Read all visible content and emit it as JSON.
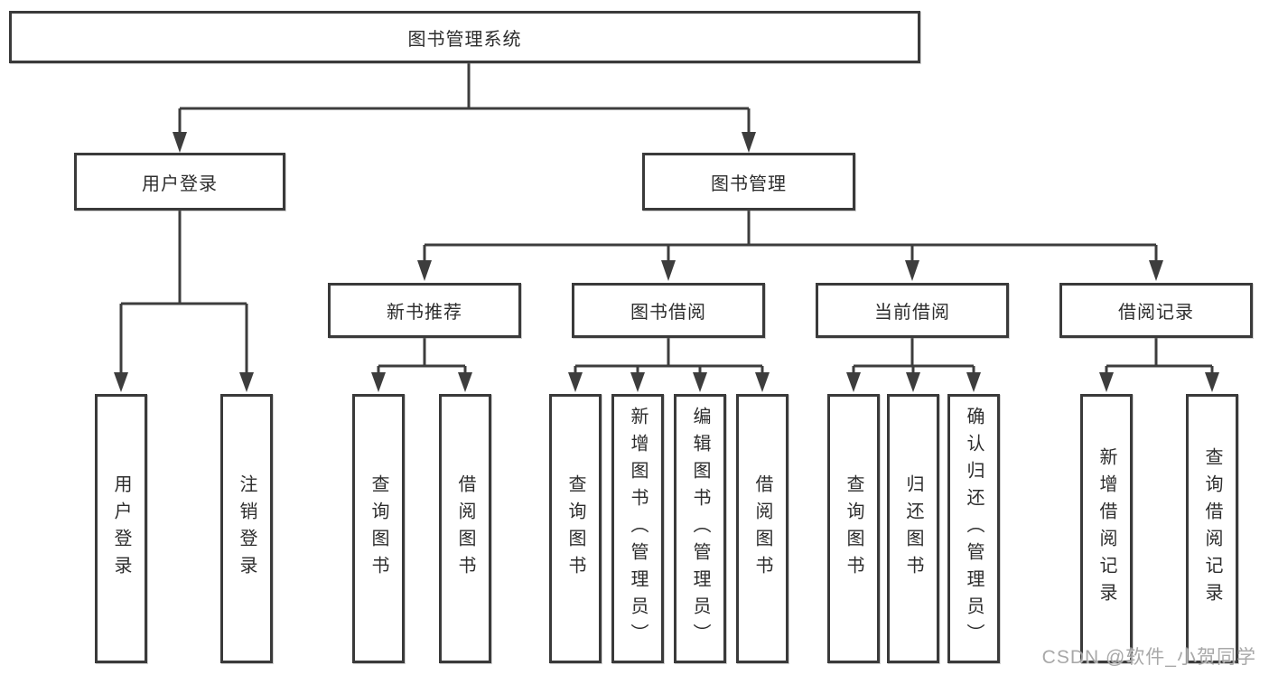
{
  "diagram": {
    "title": "图书管理系统",
    "root": {
      "label": "图书管理系统"
    },
    "branches": [
      {
        "label": "用户登录",
        "children": [
          {
            "label": "用户登录"
          },
          {
            "label": "注销登录"
          }
        ]
      },
      {
        "label": "图书管理",
        "children": [
          {
            "label": "新书推荐",
            "children": [
              {
                "label": "查询图书"
              },
              {
                "label": "借阅图书"
              }
            ]
          },
          {
            "label": "图书借阅",
            "children": [
              {
                "label": "查询图书"
              },
              {
                "label": "新增图书（管理员）"
              },
              {
                "label": "编辑图书（管理员）"
              },
              {
                "label": "借阅图书"
              }
            ]
          },
          {
            "label": "当前借阅",
            "children": [
              {
                "label": "查询图书"
              },
              {
                "label": "归还图书"
              },
              {
                "label": "确认归还（管理员）"
              }
            ]
          },
          {
            "label": "借阅记录",
            "children": [
              {
                "label": "新增借阅记录"
              },
              {
                "label": "查询借阅记录"
              }
            ]
          }
        ]
      }
    ]
  },
  "watermark": {
    "text": "CSDN @软件_小贺同学"
  },
  "colors": {
    "line": "#3d3d3d",
    "box_border": "#3a3a3a",
    "text": "#2d2d2d",
    "background": "#ffffff",
    "watermark": "#9e9e9e"
  }
}
